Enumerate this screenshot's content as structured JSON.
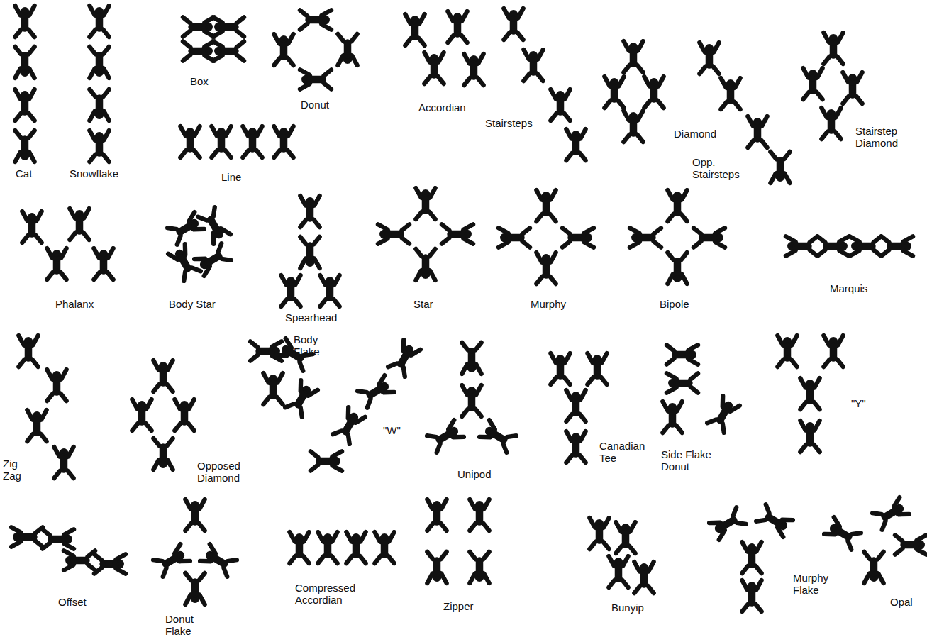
{
  "diagram": {
    "labels": [
      "Cat",
      "Snowflake",
      "Box",
      "Line",
      "Donut",
      "Accordian",
      "Stairsteps",
      "Diamond",
      "Opp. Stairsteps",
      "Stairstep Diamond",
      "Phalanx",
      "Body Star",
      "Spearhead",
      "Star",
      "Murphy",
      "Bipole",
      "Marquis",
      "Zig Zag",
      "Opposed Diamond",
      "Body Flake",
      "\"W\"",
      "Unipod",
      "Canadian Tee",
      "Side Flake Donut",
      "\"Y\"",
      "Offset",
      "Donut Flake",
      "Compressed Accordian",
      "Zipper",
      "Bunyip",
      "Murphy Flake",
      "Opal"
    ]
  }
}
